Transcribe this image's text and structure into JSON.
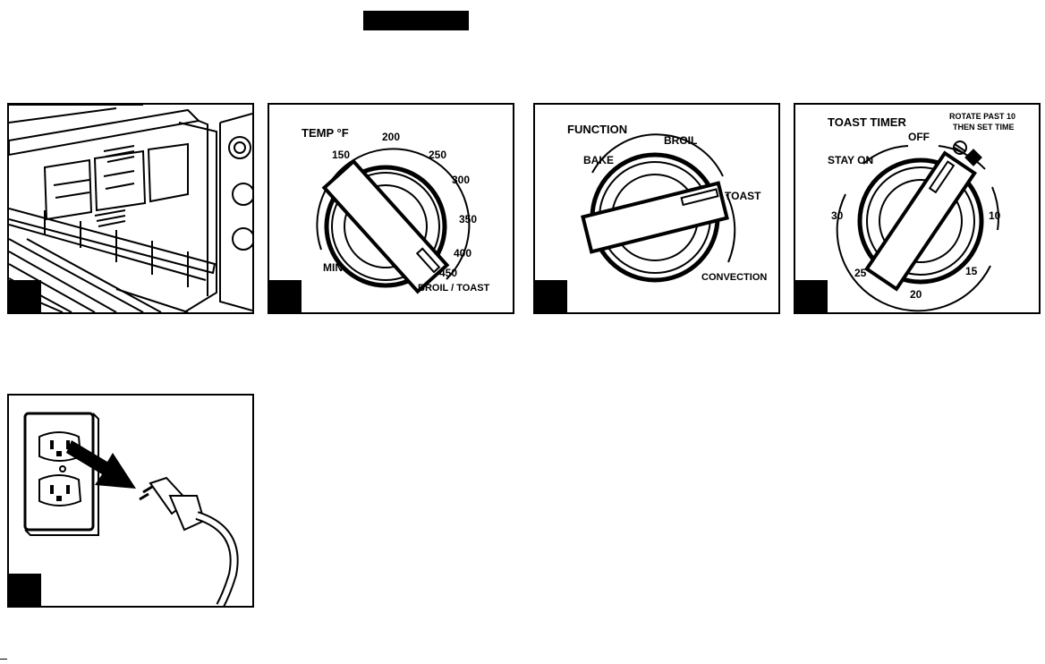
{
  "temp_dial": {
    "title": "TEMP °F",
    "min_label": "MIN",
    "marks": [
      "150",
      "200",
      "250",
      "300",
      "350",
      "400",
      "450"
    ],
    "broil_toast_label": "BROIL / TOAST"
  },
  "function_dial": {
    "title": "FUNCTION",
    "bake": "BAKE",
    "broil": "BROIL",
    "toast": "TOAST",
    "convection": "CONVECTION"
  },
  "timer_dial": {
    "title": "TOAST TIMER",
    "off": "OFF",
    "stay_on": "STAY ON",
    "rotate_note_line1": "ROTATE PAST 10",
    "rotate_note_line2": "THEN SET TIME",
    "marks": [
      "30",
      "25",
      "20",
      "15",
      "10"
    ]
  }
}
